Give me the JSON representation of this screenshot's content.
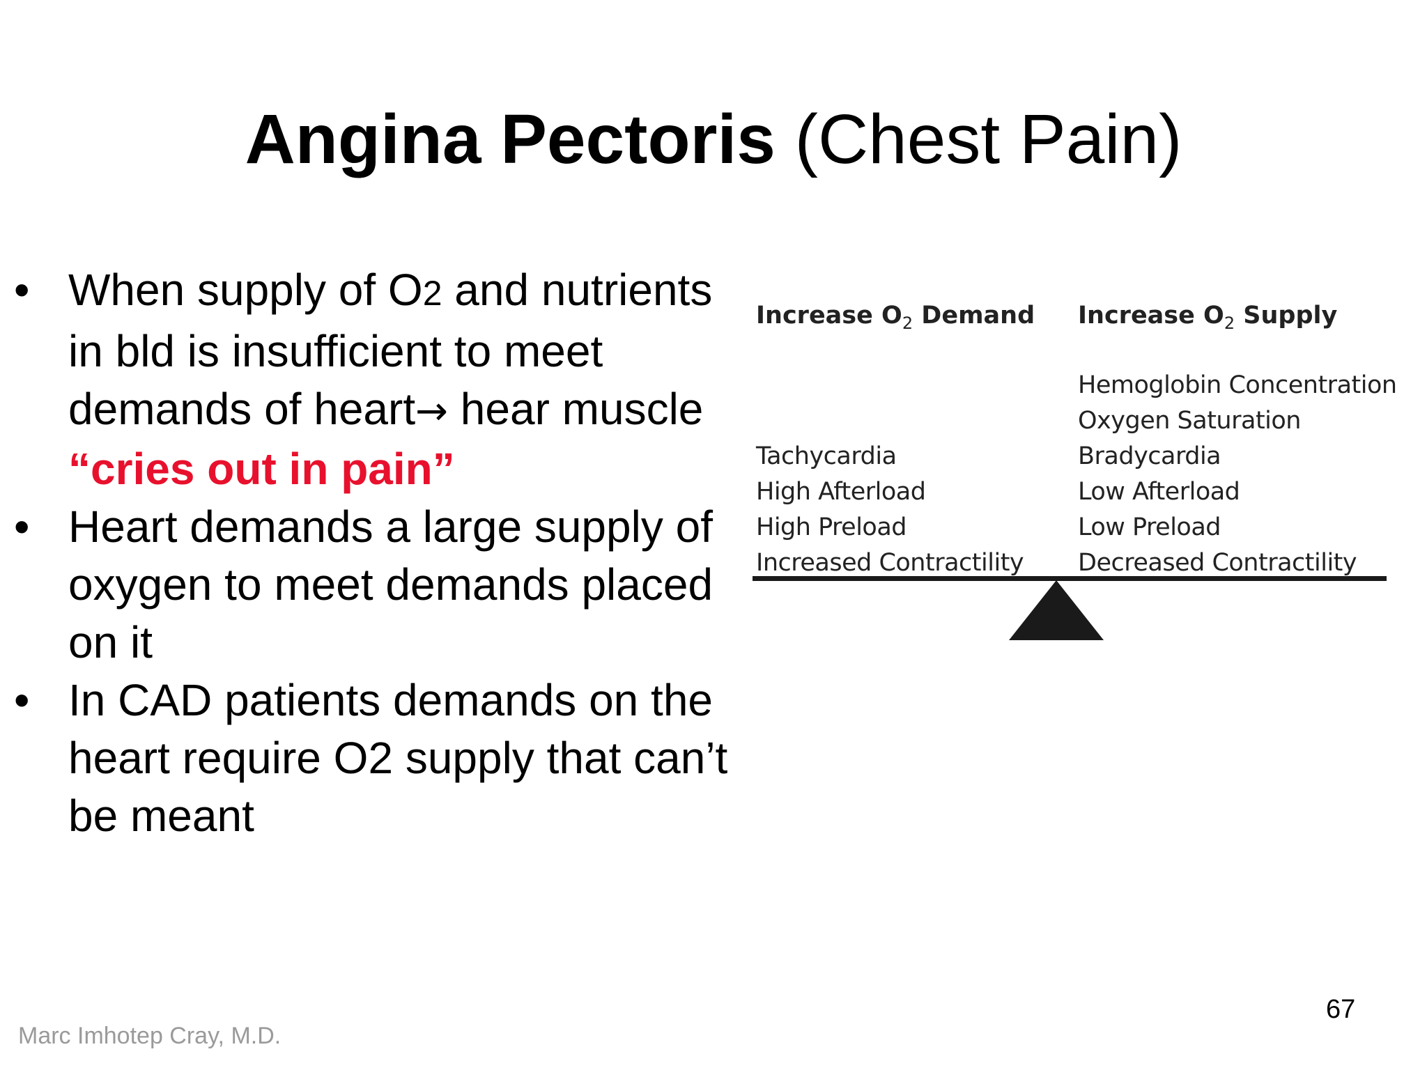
{
  "slide": {
    "title_bold": "Angina Pectoris",
    "title_normal": "(Chest Pain)",
    "bullets": [
      {
        "parts": [
          {
            "text": "When supply of O",
            "style": "normal"
          },
          {
            "text": "2",
            "style": "o2"
          },
          {
            "text": " and nutrients in bld is insufficient to meet demands of heart",
            "style": "normal"
          },
          {
            "text": "→",
            "style": "arrow"
          },
          {
            "text": " hear muscle ",
            "style": "normal"
          },
          {
            "text": "“cries out in pain”",
            "style": "red"
          }
        ]
      },
      {
        "parts": [
          {
            "text": "Heart demands a large supply of oxygen to meet demands placed on it",
            "style": "normal"
          }
        ]
      },
      {
        "parts": [
          {
            "text": "In CAD patients demands on the heart require O2 supply that can’t be meant",
            "style": "normal"
          }
        ]
      }
    ],
    "bullet_symbol": "•",
    "footer": "Marc Imhotep Cray, M.D.",
    "page_number": "67"
  },
  "diagram": {
    "demand": {
      "head_prefix": "Increase O",
      "head_sub": "2",
      "head_suffix": " Demand",
      "items": [
        "Tachycardia",
        "High Afterload",
        "High Preload",
        "Increased Contractility"
      ]
    },
    "supply": {
      "head_prefix": "Increase O",
      "head_sub": "2",
      "head_suffix": " Supply",
      "items": [
        "Hemoglobin Concentration",
        "Oxygen Saturation",
        "Bradycardia",
        "Low Afterload",
        "Low Preload",
        "Decreased Contractility"
      ]
    }
  },
  "colors": {
    "accent_red": "#e8112d",
    "footer_gray": "#9a9a9a",
    "beam": "#1a1a1a"
  }
}
